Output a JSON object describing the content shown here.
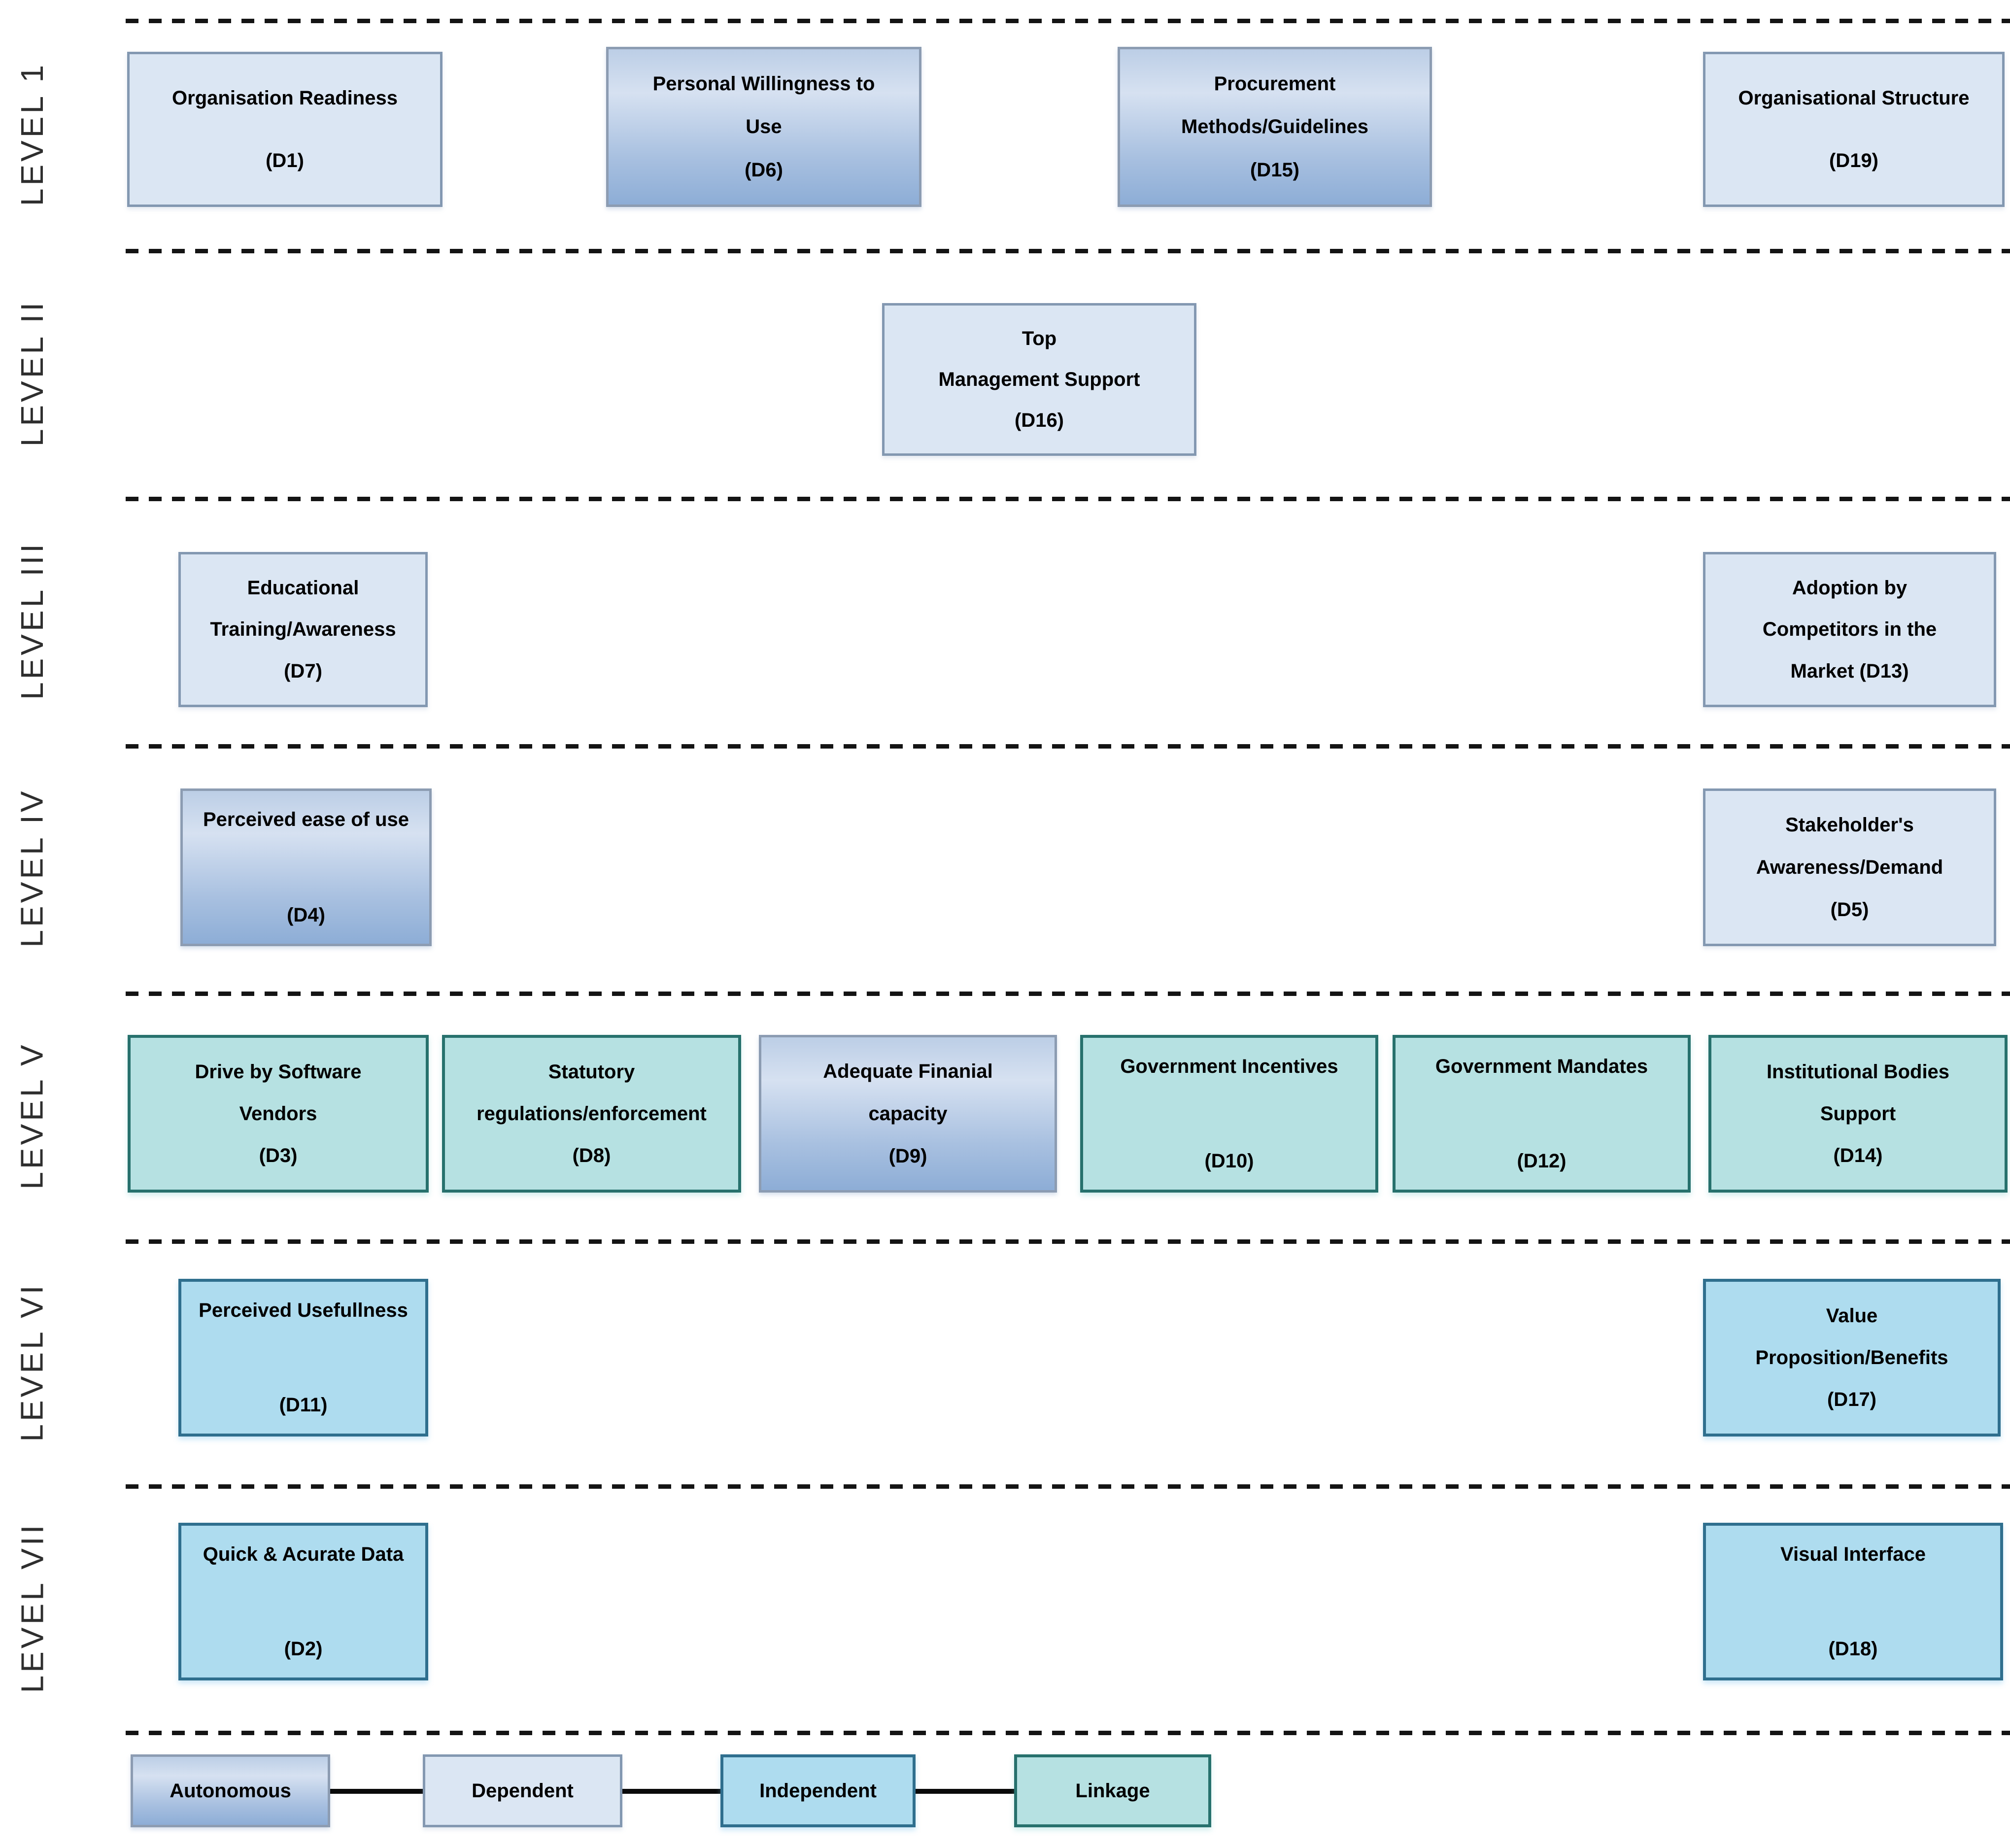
{
  "levels": [
    {
      "label": "LEVEL 1"
    },
    {
      "label": "LEVEL II"
    },
    {
      "label": "LEVEL III"
    },
    {
      "label": "LEVEL IV"
    },
    {
      "label": "LEVEL V"
    },
    {
      "label": "LEVEL VI"
    },
    {
      "label": "LEVEL VII"
    }
  ],
  "boxes": {
    "d1": {
      "category": "dependent",
      "lines": [
        "Organisation Readiness",
        "(D1)"
      ]
    },
    "d6": {
      "category": "autonomous",
      "lines": [
        "Personal Willingness to",
        "Use",
        "(D6)"
      ]
    },
    "d15": {
      "category": "autonomous",
      "lines": [
        "Procurement",
        "Methods/Guidelines",
        "(D15)"
      ]
    },
    "d19": {
      "category": "dependent",
      "lines": [
        "Organisational Structure",
        "(D19)"
      ]
    },
    "d16": {
      "category": "dependent",
      "lines": [
        "Top",
        "Management Support",
        "(D16)"
      ]
    },
    "d7": {
      "category": "dependent",
      "lines": [
        "Educational",
        "Training/Awareness",
        "(D7)"
      ]
    },
    "d13": {
      "category": "dependent",
      "lines": [
        "Adoption by",
        "Competitors in the",
        "Market  (D13)"
      ]
    },
    "d4": {
      "category": "autonomous",
      "lines": [
        "Perceived ease of use",
        "(D4)"
      ]
    },
    "d5": {
      "category": "dependent",
      "lines": [
        "Stakeholder's",
        "Awareness/Demand",
        "(D5)"
      ]
    },
    "d3": {
      "category": "linkage",
      "lines": [
        "Drive by Software",
        "Vendors",
        "(D3)"
      ]
    },
    "d8": {
      "category": "linkage",
      "lines": [
        "Statutory",
        "regulations/enforcement",
        "(D8)"
      ]
    },
    "d9": {
      "category": "autonomous",
      "lines": [
        "Adequate Finanial",
        "capacity",
        "(D9)"
      ]
    },
    "d10": {
      "category": "linkage",
      "lines": [
        "Government Incentives",
        "(D10)"
      ]
    },
    "d12": {
      "category": "linkage",
      "lines": [
        "Government Mandates",
        "(D12)"
      ]
    },
    "d14": {
      "category": "linkage",
      "lines": [
        "Institutional Bodies",
        "Support",
        "(D14)"
      ]
    },
    "d11": {
      "category": "independent",
      "lines": [
        "Perceived Usefullness",
        "(D11)"
      ]
    },
    "d17": {
      "category": "independent",
      "lines": [
        "Value",
        "Proposition/Benefits",
        "(D17)"
      ]
    },
    "d2": {
      "category": "independent",
      "lines": [
        "Quick & Acurate Data",
        "(D2)"
      ]
    },
    "d18": {
      "category": "independent",
      "lines": [
        "Visual Interface",
        "(D18)"
      ]
    }
  },
  "legend": {
    "autonomous": "Autonomous",
    "dependent": "Dependent",
    "independent": "Independent",
    "linkage": "Linkage"
  },
  "colors": {
    "dependent_fill": "#dbe6f3",
    "dependent_border": "#8398b1",
    "autonomous_gradient_top": "#bccee6",
    "autonomous_gradient_light": "#d6e1f1",
    "autonomous_gradient_bottom": "#8dadd6",
    "autonomous_border": "#8c9cb2",
    "independent_fill": "#aedcef",
    "independent_border": "#2f6f8e",
    "linkage_fill": "#b6e1e2",
    "linkage_border": "#27716d",
    "separator": "#141414",
    "text": "#000000"
  }
}
